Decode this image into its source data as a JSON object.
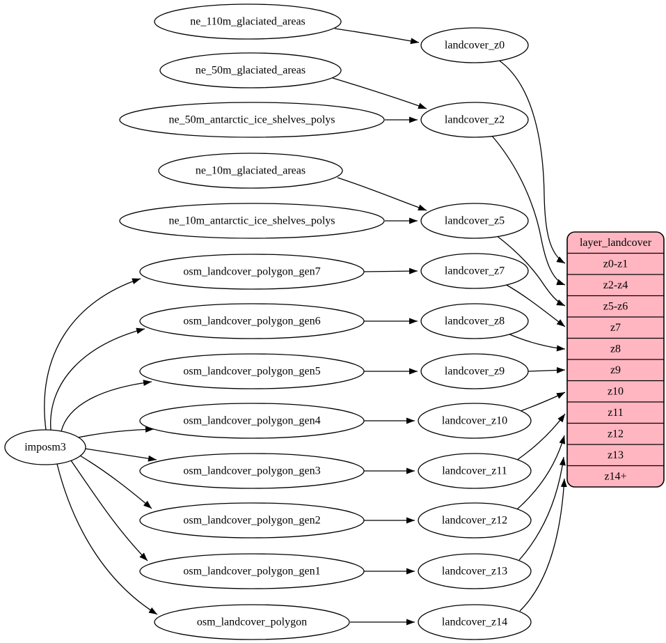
{
  "diagram": {
    "background": "#ffffff",
    "node_fill": "#ffffff",
    "node_stroke": "#000000",
    "edge_color": "#000000",
    "table_fill": "#ffb6c1",
    "table_stroke": "#000000"
  },
  "nodes": {
    "imposm3": {
      "label": "imposm3"
    },
    "ne_110m_glaciated_areas": {
      "label": "ne_110m_glaciated_areas"
    },
    "ne_50m_glaciated_areas": {
      "label": "ne_50m_glaciated_areas"
    },
    "ne_50m_antarctic_ice_shelves_polys": {
      "label": "ne_50m_antarctic_ice_shelves_polys"
    },
    "ne_10m_glaciated_areas": {
      "label": "ne_10m_glaciated_areas"
    },
    "ne_10m_antarctic_ice_shelves_polys": {
      "label": "ne_10m_antarctic_ice_shelves_polys"
    },
    "osm_landcover_polygon_gen7": {
      "label": "osm_landcover_polygon_gen7"
    },
    "osm_landcover_polygon_gen6": {
      "label": "osm_landcover_polygon_gen6"
    },
    "osm_landcover_polygon_gen5": {
      "label": "osm_landcover_polygon_gen5"
    },
    "osm_landcover_polygon_gen4": {
      "label": "osm_landcover_polygon_gen4"
    },
    "osm_landcover_polygon_gen3": {
      "label": "osm_landcover_polygon_gen3"
    },
    "osm_landcover_polygon_gen2": {
      "label": "osm_landcover_polygon_gen2"
    },
    "osm_landcover_polygon_gen1": {
      "label": "osm_landcover_polygon_gen1"
    },
    "osm_landcover_polygon": {
      "label": "osm_landcover_polygon"
    },
    "landcover_z0": {
      "label": "landcover_z0"
    },
    "landcover_z2": {
      "label": "landcover_z2"
    },
    "landcover_z5": {
      "label": "landcover_z5"
    },
    "landcover_z7": {
      "label": "landcover_z7"
    },
    "landcover_z8": {
      "label": "landcover_z8"
    },
    "landcover_z9": {
      "label": "landcover_z9"
    },
    "landcover_z10": {
      "label": "landcover_z10"
    },
    "landcover_z11": {
      "label": "landcover_z11"
    },
    "landcover_z12": {
      "label": "landcover_z12"
    },
    "landcover_z13": {
      "label": "landcover_z13"
    },
    "landcover_z14": {
      "label": "landcover_z14"
    }
  },
  "table": {
    "title": "layer_landcover",
    "rows": [
      "z0-z1",
      "z2-z4",
      "z5-z6",
      "z7",
      "z8",
      "z9",
      "z10",
      "z11",
      "z12",
      "z13",
      "z14+"
    ]
  },
  "edges": [
    {
      "from": "ne_110m_glaciated_areas",
      "to": "landcover_z0"
    },
    {
      "from": "ne_50m_glaciated_areas",
      "to": "landcover_z2"
    },
    {
      "from": "ne_50m_antarctic_ice_shelves_polys",
      "to": "landcover_z2"
    },
    {
      "from": "ne_10m_glaciated_areas",
      "to": "landcover_z5"
    },
    {
      "from": "ne_10m_antarctic_ice_shelves_polys",
      "to": "landcover_z5"
    },
    {
      "from": "imposm3",
      "to": "osm_landcover_polygon_gen7"
    },
    {
      "from": "imposm3",
      "to": "osm_landcover_polygon_gen6"
    },
    {
      "from": "imposm3",
      "to": "osm_landcover_polygon_gen5"
    },
    {
      "from": "imposm3",
      "to": "osm_landcover_polygon_gen4"
    },
    {
      "from": "imposm3",
      "to": "osm_landcover_polygon_gen3"
    },
    {
      "from": "imposm3",
      "to": "osm_landcover_polygon_gen2"
    },
    {
      "from": "imposm3",
      "to": "osm_landcover_polygon_gen1"
    },
    {
      "from": "imposm3",
      "to": "osm_landcover_polygon"
    },
    {
      "from": "osm_landcover_polygon_gen7",
      "to": "landcover_z7"
    },
    {
      "from": "osm_landcover_polygon_gen6",
      "to": "landcover_z8"
    },
    {
      "from": "osm_landcover_polygon_gen5",
      "to": "landcover_z9"
    },
    {
      "from": "osm_landcover_polygon_gen4",
      "to": "landcover_z10"
    },
    {
      "from": "osm_landcover_polygon_gen3",
      "to": "landcover_z11"
    },
    {
      "from": "osm_landcover_polygon_gen2",
      "to": "landcover_z12"
    },
    {
      "from": "osm_landcover_polygon_gen1",
      "to": "landcover_z13"
    },
    {
      "from": "osm_landcover_polygon",
      "to": "landcover_z14"
    },
    {
      "from": "landcover_z0",
      "to": "layer_landcover.z0-z1"
    },
    {
      "from": "landcover_z2",
      "to": "layer_landcover.z2-z4"
    },
    {
      "from": "landcover_z5",
      "to": "layer_landcover.z5-z6"
    },
    {
      "from": "landcover_z7",
      "to": "layer_landcover.z7"
    },
    {
      "from": "landcover_z8",
      "to": "layer_landcover.z8"
    },
    {
      "from": "landcover_z9",
      "to": "layer_landcover.z9"
    },
    {
      "from": "landcover_z10",
      "to": "layer_landcover.z10"
    },
    {
      "from": "landcover_z11",
      "to": "layer_landcover.z11"
    },
    {
      "from": "landcover_z12",
      "to": "layer_landcover.z12"
    },
    {
      "from": "landcover_z13",
      "to": "layer_landcover.z13"
    },
    {
      "from": "landcover_z14",
      "to": "layer_landcover.z14+"
    }
  ]
}
